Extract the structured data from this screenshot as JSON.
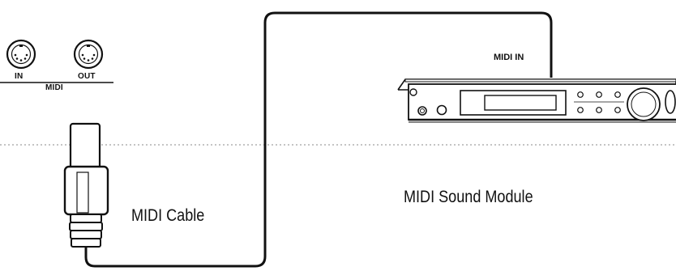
{
  "ports": {
    "in_label": "IN",
    "out_label": "OUT",
    "group_label": "MIDI"
  },
  "cable": {
    "label": "MIDI Cable"
  },
  "module": {
    "label": "MIDI Sound Module",
    "input_label": "MIDI IN"
  },
  "colors": {
    "line": "#111111",
    "background": "#ffffff",
    "dotted_line": "#888888"
  }
}
